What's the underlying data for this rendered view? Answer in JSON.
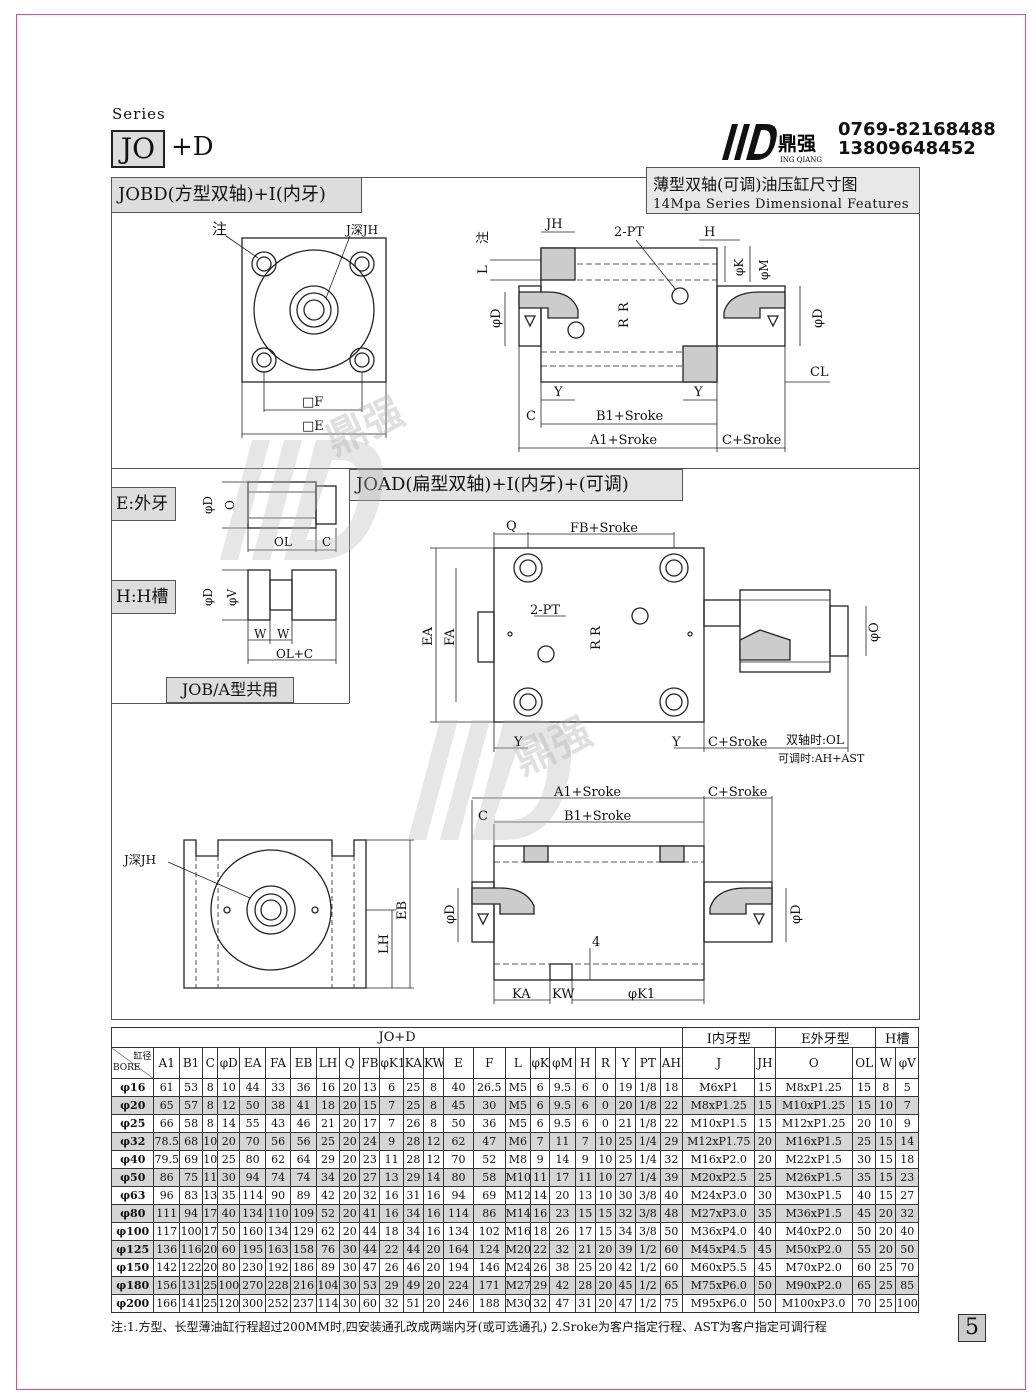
{
  "header": {
    "series_label": "Series",
    "series_code": "JO",
    "series_suffix": "+D",
    "logo_text": "鼎强",
    "logo_sub": "ING QIANG",
    "phone1": "0769-82168488",
    "phone2": "13809648452"
  },
  "drawing": {
    "section1_title": "JOBD(方型双轴)+I(内牙)",
    "section1_subtitle_cn": "薄型双轴(可调)油压缸尺寸图",
    "section1_subtitle_en": "14Mpa Series Dimensional Features",
    "section2_title": "JOAD(扁型双轴)+I(内牙)+(可调)",
    "left_box_e": "E:外牙",
    "left_box_h": "H:H槽",
    "left_box_common": "JOB/A型共用",
    "labels": {
      "note": "注",
      "j_deep_jh": "J深JH",
      "sq_f": "□F",
      "sq_e": "□E",
      "jh": "JH",
      "two_pt": "2-PT",
      "h": "H",
      "phi_k": "φK",
      "phi_m": "φM",
      "l": "L",
      "phi_d": "φD",
      "r": "R",
      "cl": "CL",
      "y": "Y",
      "c": "C",
      "b1_sroke": "B1+Sroke",
      "a1_sroke": "A1+Sroke",
      "c_sroke": "C+Sroke",
      "o": "O",
      "ol": "OL",
      "phi_v": "φV",
      "w": "W",
      "ol_c": "OL+C",
      "q": "Q",
      "fb_sroke": "FB+Sroke",
      "ea": "EA",
      "fa": "FA",
      "phi_o": "φO",
      "dual_axis": "双轴时:OL",
      "adjustable": "可调时:AH+AST",
      "eb": "EB",
      "lh": "LH",
      "four": "4",
      "ka": "KA",
      "kw": "KW",
      "phi_k1": "φK1"
    }
  },
  "table": {
    "group_main": "JO+D",
    "group_i": "I内牙型",
    "group_e": "E外牙型",
    "group_h": "H槽",
    "bore_top": "缸径",
    "bore_bottom": "BORE",
    "columns": [
      "A1",
      "B1",
      "C",
      "φD",
      "EA",
      "FA",
      "EB",
      "LH",
      "Q",
      "FB",
      "φK1",
      "KA",
      "KW",
      "E",
      "F",
      "L",
      "φK",
      "φM",
      "H",
      "R",
      "Y",
      "PT",
      "AH",
      "J",
      "JH",
      "O",
      "OL",
      "W",
      "φV"
    ],
    "rows": [
      [
        "φ16",
        "61",
        "53",
        "8",
        "10",
        "44",
        "33",
        "36",
        "16",
        "20",
        "13",
        "6",
        "25",
        "8",
        "40",
        "26.5",
        "M5",
        "6",
        "9.5",
        "6",
        "0",
        "19",
        "1/8",
        "18",
        "M6xP1",
        "15",
        "M8xP1.25",
        "15",
        "8",
        "5"
      ],
      [
        "φ20",
        "65",
        "57",
        "8",
        "12",
        "50",
        "38",
        "41",
        "18",
        "20",
        "15",
        "7",
        "25",
        "8",
        "45",
        "30",
        "M5",
        "6",
        "9.5",
        "6",
        "0",
        "20",
        "1/8",
        "22",
        "M8xP1.25",
        "15",
        "M10xP1.25",
        "15",
        "10",
        "7"
      ],
      [
        "φ25",
        "66",
        "58",
        "8",
        "14",
        "55",
        "43",
        "46",
        "21",
        "20",
        "17",
        "7",
        "26",
        "8",
        "50",
        "36",
        "M5",
        "6",
        "9.5",
        "6",
        "0",
        "21",
        "1/8",
        "22",
        "M10xP1.5",
        "15",
        "M12xP1.25",
        "20",
        "10",
        "9"
      ],
      [
        "φ32",
        "78.5",
        "68",
        "10",
        "20",
        "70",
        "56",
        "56",
        "25",
        "20",
        "24",
        "9",
        "28",
        "12",
        "62",
        "47",
        "M6",
        "7",
        "11",
        "7",
        "10",
        "25",
        "1/4",
        "29",
        "M12xP1.75",
        "20",
        "M16xP1.5",
        "25",
        "15",
        "14"
      ],
      [
        "φ40",
        "79.5",
        "69",
        "10",
        "25",
        "80",
        "62",
        "64",
        "29",
        "20",
        "23",
        "11",
        "28",
        "12",
        "70",
        "52",
        "M8",
        "9",
        "14",
        "9",
        "10",
        "25",
        "1/4",
        "32",
        "M16xP2.0",
        "20",
        "M22xP1.5",
        "30",
        "15",
        "18"
      ],
      [
        "φ50",
        "86",
        "75",
        "11",
        "30",
        "94",
        "74",
        "74",
        "34",
        "20",
        "27",
        "13",
        "29",
        "14",
        "80",
        "58",
        "M10",
        "11",
        "17",
        "11",
        "10",
        "27",
        "1/4",
        "39",
        "M20xP2.5",
        "25",
        "M26xP1.5",
        "35",
        "15",
        "23"
      ],
      [
        "φ63",
        "96",
        "83",
        "13",
        "35",
        "114",
        "90",
        "89",
        "42",
        "20",
        "32",
        "16",
        "31",
        "16",
        "94",
        "69",
        "M12",
        "14",
        "20",
        "13",
        "10",
        "30",
        "3/8",
        "40",
        "M24xP3.0",
        "30",
        "M30xP1.5",
        "40",
        "15",
        "27"
      ],
      [
        "φ80",
        "111",
        "94",
        "17",
        "40",
        "134",
        "110",
        "109",
        "52",
        "20",
        "41",
        "16",
        "34",
        "16",
        "114",
        "86",
        "M14",
        "16",
        "23",
        "15",
        "15",
        "32",
        "3/8",
        "48",
        "M27xP3.0",
        "35",
        "M36xP1.5",
        "45",
        "20",
        "32"
      ],
      [
        "φ100",
        "117",
        "100",
        "17",
        "50",
        "160",
        "134",
        "129",
        "62",
        "20",
        "44",
        "18",
        "34",
        "16",
        "134",
        "102",
        "M16",
        "18",
        "26",
        "17",
        "15",
        "34",
        "3/8",
        "50",
        "M36xP4.0",
        "40",
        "M40xP2.0",
        "50",
        "20",
        "40"
      ],
      [
        "φ125",
        "136",
        "116",
        "20",
        "60",
        "195",
        "163",
        "158",
        "76",
        "30",
        "44",
        "22",
        "44",
        "20",
        "164",
        "124",
        "M20",
        "22",
        "32",
        "21",
        "20",
        "39",
        "1/2",
        "60",
        "M45xP4.5",
        "45",
        "M50xP2.0",
        "55",
        "20",
        "50"
      ],
      [
        "φ150",
        "142",
        "122",
        "20",
        "80",
        "230",
        "192",
        "186",
        "89",
        "30",
        "47",
        "26",
        "46",
        "20",
        "194",
        "146",
        "M24",
        "26",
        "38",
        "25",
        "20",
        "42",
        "1/2",
        "60",
        "M60xP5.5",
        "45",
        "M70xP2.0",
        "60",
        "25",
        "70"
      ],
      [
        "φ180",
        "156",
        "131",
        "25",
        "100",
        "270",
        "228",
        "216",
        "104",
        "30",
        "53",
        "29",
        "49",
        "20",
        "224",
        "171",
        "M27",
        "29",
        "42",
        "28",
        "20",
        "45",
        "1/2",
        "65",
        "M75xP6.0",
        "50",
        "M90xP2.0",
        "65",
        "25",
        "85"
      ],
      [
        "φ200",
        "166",
        "141",
        "25",
        "120",
        "300",
        "252",
        "237",
        "114",
        "30",
        "60",
        "32",
        "51",
        "20",
        "246",
        "188",
        "M30",
        "32",
        "47",
        "31",
        "20",
        "47",
        "1/2",
        "75",
        "M95xP6.0",
        "50",
        "M100xP3.0",
        "70",
        "25",
        "100"
      ]
    ]
  },
  "footnote": "注:1.方型、长型薄油缸行程超过200MM时,四安装通孔改成两端内牙(或可选通孔) 2.Sroke为客户指定行程、AST为客户指定可调行程",
  "page_number": "5"
}
